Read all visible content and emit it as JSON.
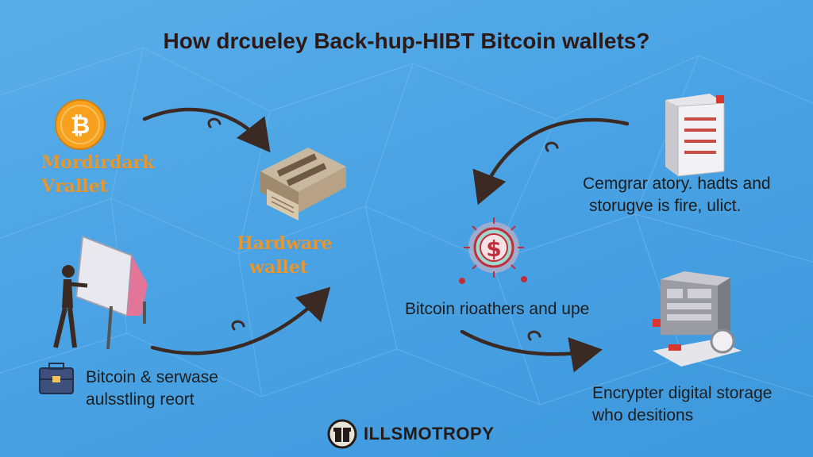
{
  "title": "How drcueley Back-hup-HIBT Bitcoin wallets?",
  "nodes": {
    "mordirdark": {
      "line1": "Mordirdark",
      "line2": "Vrallet",
      "icon": "bitcoin-coin-icon"
    },
    "hardware": {
      "line1": "Hardware",
      "line2": "wallet",
      "icon": "hardware-wallet-icon"
    },
    "bitcoin_service": {
      "line1": "Bitcoin & serwase",
      "line2": "aulsstling reort",
      "icon": "briefcase-icon"
    },
    "cemgrar": {
      "line1": "Cemgrar atory. hadts and",
      "line2": "storugve is fire, ulict.",
      "icon": "server-cabinet-icon"
    },
    "bitcoin_rioathers": {
      "line1": "Bitcoin rioathers and upe",
      "icon": "dollar-virus-icon"
    },
    "encrypter": {
      "line1": "Encrypter digital storage",
      "line2": "who desitions",
      "icon": "storage-machine-icon"
    }
  },
  "footer": {
    "brand": "ILLSMOTROPY",
    "icon": "gift-box-icon"
  },
  "colors": {
    "background": "#4aa3e4",
    "title": "#2d1a17",
    "orange_label": "#e8962e",
    "arrow": "#3b2a24"
  }
}
